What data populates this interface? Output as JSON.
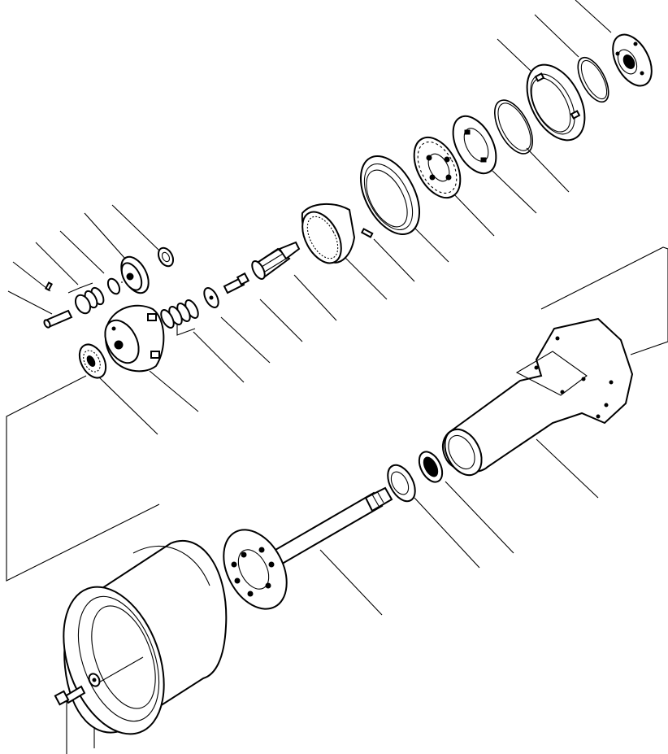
{
  "diagram": {
    "kind": "exploded parts view",
    "style": "black line art on white",
    "label_text": [],
    "parts": [
      {
        "id": "thrust-washer-right",
        "icon": "washer-icon"
      },
      {
        "id": "snap-ring-outer",
        "icon": "ring-icon"
      },
      {
        "id": "ring-gear-hub",
        "icon": "gear-icon"
      },
      {
        "id": "snap-ring-inner",
        "icon": "ring-icon"
      },
      {
        "id": "spline-plate",
        "icon": "plate-icon"
      },
      {
        "id": "planet-carrier-plate",
        "icon": "plate-icon"
      },
      {
        "id": "bearing-cup-large",
        "icon": "bearing-icon"
      },
      {
        "id": "ring-gear",
        "icon": "gear-icon"
      },
      {
        "id": "dowel-pin",
        "icon": "pin-icon"
      },
      {
        "id": "sun-gear-shaft",
        "icon": "shaft-icon"
      },
      {
        "id": "bolt-small",
        "icon": "bolt-icon"
      },
      {
        "id": "thrust-washer-small",
        "icon": "washer-icon"
      },
      {
        "id": "spacer-set-right",
        "icon": "washer-icon"
      },
      {
        "id": "planet-gear",
        "icon": "gear-icon"
      },
      {
        "id": "needle-bearing-top",
        "icon": "bearing-icon"
      },
      {
        "id": "spacer-set-left",
        "icon": "washer-icon"
      },
      {
        "id": "small-pin",
        "icon": "pin-icon"
      },
      {
        "id": "planet-pin",
        "icon": "pin-icon"
      },
      {
        "id": "planet-carrier",
        "icon": "carrier-icon"
      },
      {
        "id": "tapered-bearing",
        "icon": "bearing-icon"
      },
      {
        "id": "axle-housing",
        "icon": "housing-icon"
      },
      {
        "id": "oil-seal",
        "icon": "seal-icon"
      },
      {
        "id": "bearing-cone",
        "icon": "bearing-icon"
      },
      {
        "id": "axle-shaft-flange",
        "icon": "shaft-icon"
      },
      {
        "id": "wheel-rim",
        "icon": "wheel-icon"
      },
      {
        "id": "wheel-bolt",
        "icon": "bolt-icon"
      },
      {
        "id": "wheel-washer",
        "icon": "washer-icon"
      }
    ]
  }
}
